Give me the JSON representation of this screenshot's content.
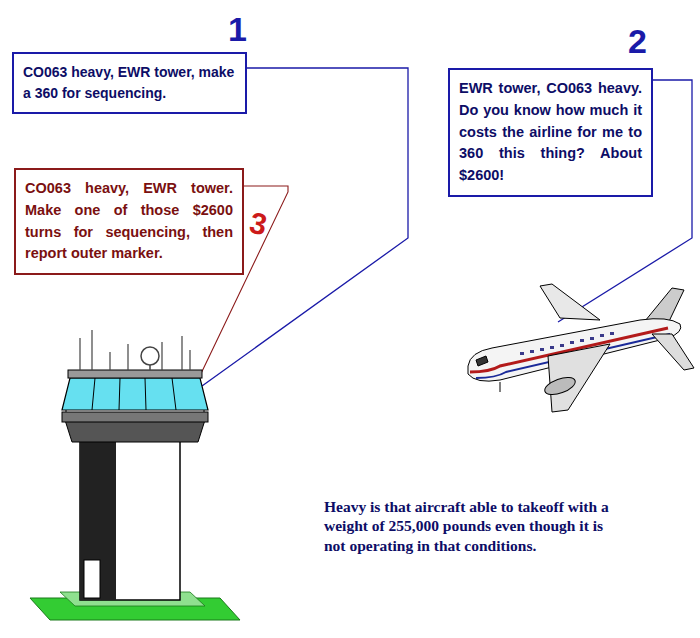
{
  "diagram": {
    "nodes": [
      {
        "text": [
          "CO063 heavy, EWR tower, make a 360 for sequencing."
        ]
      },
      {
        "text": [
          "EWR tower, CO063 heavy. Do you know how much it costs the airline for me to 360 this thing? About $2600!"
        ]
      },
      {
        "text": [
          "CO063 heavy, EWR tower. Make one of those $2600 turns for sequencing, then report outer marker."
        ]
      }
    ],
    "labels": [
      "1",
      "2",
      "3",
      "Heavy is that aircraft able to takeoff with a weight of 255,000 pounds even though it is not operating in that conditions."
    ]
  }
}
